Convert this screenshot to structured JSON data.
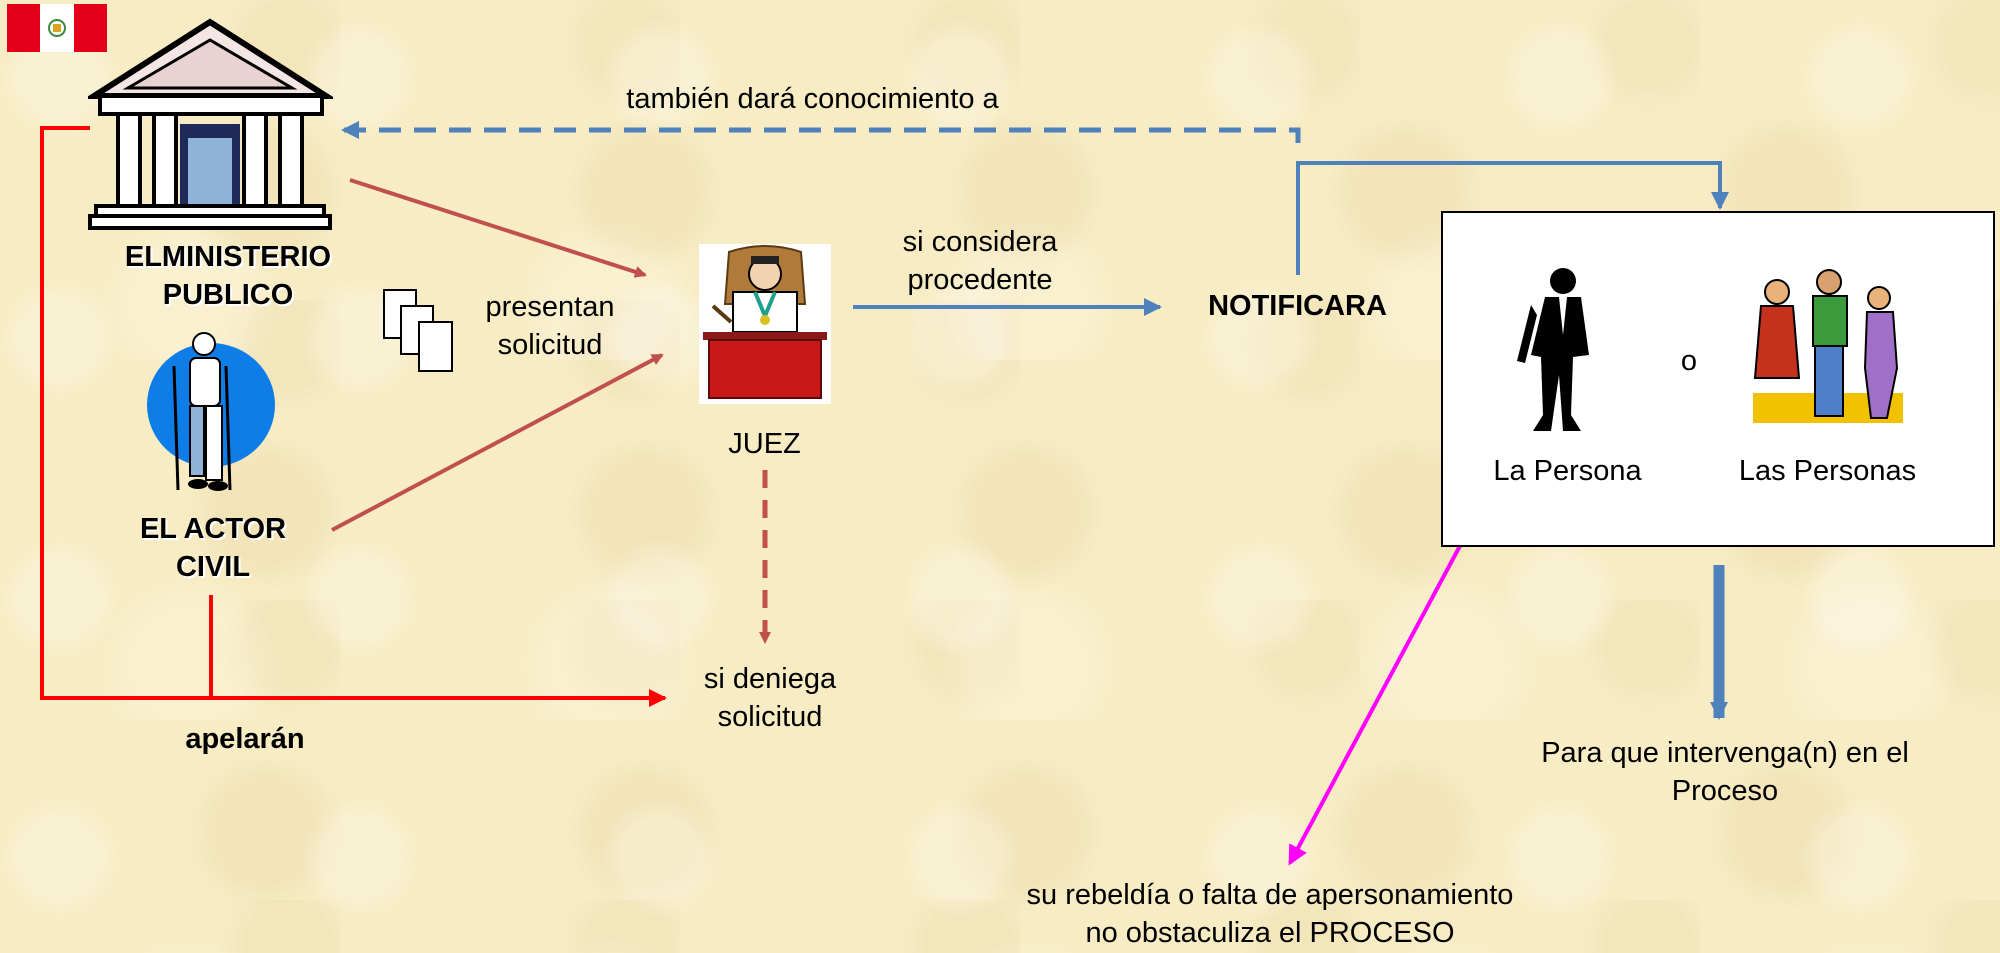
{
  "actors": {
    "ministerio_publico": "ELMINISTERIO\nPUBLICO",
    "actor_civil": "EL ACTOR\nCIVIL",
    "juez": "JUEZ"
  },
  "labels": {
    "presentan_solicitud": "presentan\nsolicitud",
    "si_considera_procedente": "si considera\nprocedente",
    "notificara": "NOTIFICARA",
    "tambien_dara": "también dará conocimiento a",
    "si_deniega": "si deniega\nsolicitud",
    "apelaran": "apelarán",
    "la_persona": "La Persona",
    "o": "o",
    "las_personas": "Las Personas",
    "para_que": "Para que intervenga(n) en el\nProceso",
    "rebeldia": "su rebeldía o falta de apersonamiento\nno obstaculiza el PROCESO"
  },
  "colors": {
    "background": "#f7ecc4",
    "blue_arrow": "#4f81bd",
    "brown_arrow": "#c0504d",
    "red_line": "#ff0000",
    "magenta_arrow": "#ff00ff",
    "flag_red": "#e4001b"
  },
  "icons": [
    "peru-flag-icon",
    "courthouse-icon",
    "documents-icon",
    "injured-man-icon",
    "judge-icon",
    "businessman-icon",
    "group-people-icon"
  ]
}
